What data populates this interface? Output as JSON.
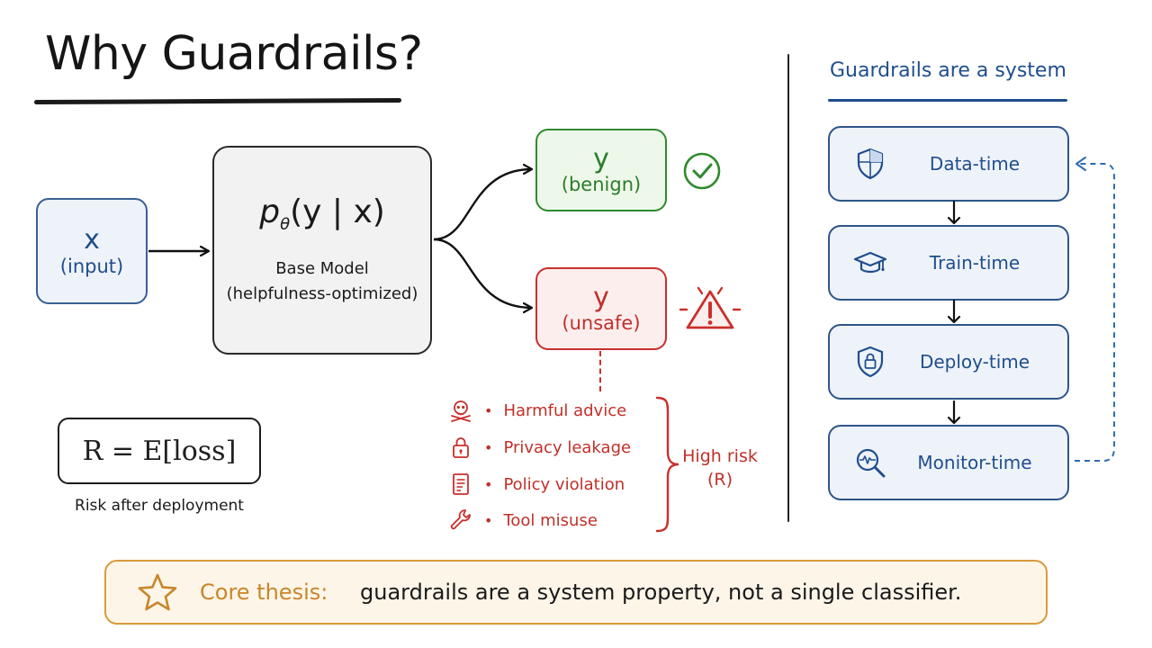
{
  "title": "Why Guardrails?",
  "input": {
    "symbol": "x",
    "label": "(input)"
  },
  "model": {
    "formula_p": "p",
    "formula_sub": "θ",
    "formula_rest": "(y | x)",
    "line1": "Base Model",
    "line2": "(helpfulness-optimized)"
  },
  "outputs": {
    "benign": {
      "symbol": "y",
      "label": "(benign)"
    },
    "unsafe": {
      "symbol": "y",
      "label": "(unsafe)"
    }
  },
  "risks": {
    "items": [
      {
        "icon": "skull-icon",
        "label": "Harmful advice"
      },
      {
        "icon": "lock-icon",
        "label": "Privacy leakage"
      },
      {
        "icon": "document-icon",
        "label": "Policy violation"
      },
      {
        "icon": "wrench-icon",
        "label": "Tool misuse"
      }
    ],
    "summary_line1": "High risk",
    "summary_line2": "(R)"
  },
  "risk_formula": {
    "text": "R = E[loss]",
    "caption": "Risk after deployment"
  },
  "side_panel": {
    "title": "Guardrails are a system",
    "stages": [
      {
        "icon": "shield-icon",
        "label": "Data-time"
      },
      {
        "icon": "graduation-cap-icon",
        "label": "Train-time"
      },
      {
        "icon": "shield-lock-icon",
        "label": "Deploy-time"
      },
      {
        "icon": "magnifier-pulse-icon",
        "label": "Monitor-time"
      }
    ]
  },
  "thesis": {
    "label": "Core thesis:",
    "text": "guardrails are a system property, not a single classifier."
  },
  "colors": {
    "blue": "#1f4e8c",
    "green": "#2f8a2f",
    "red": "#c9302c",
    "amber": "#d99a3a"
  }
}
